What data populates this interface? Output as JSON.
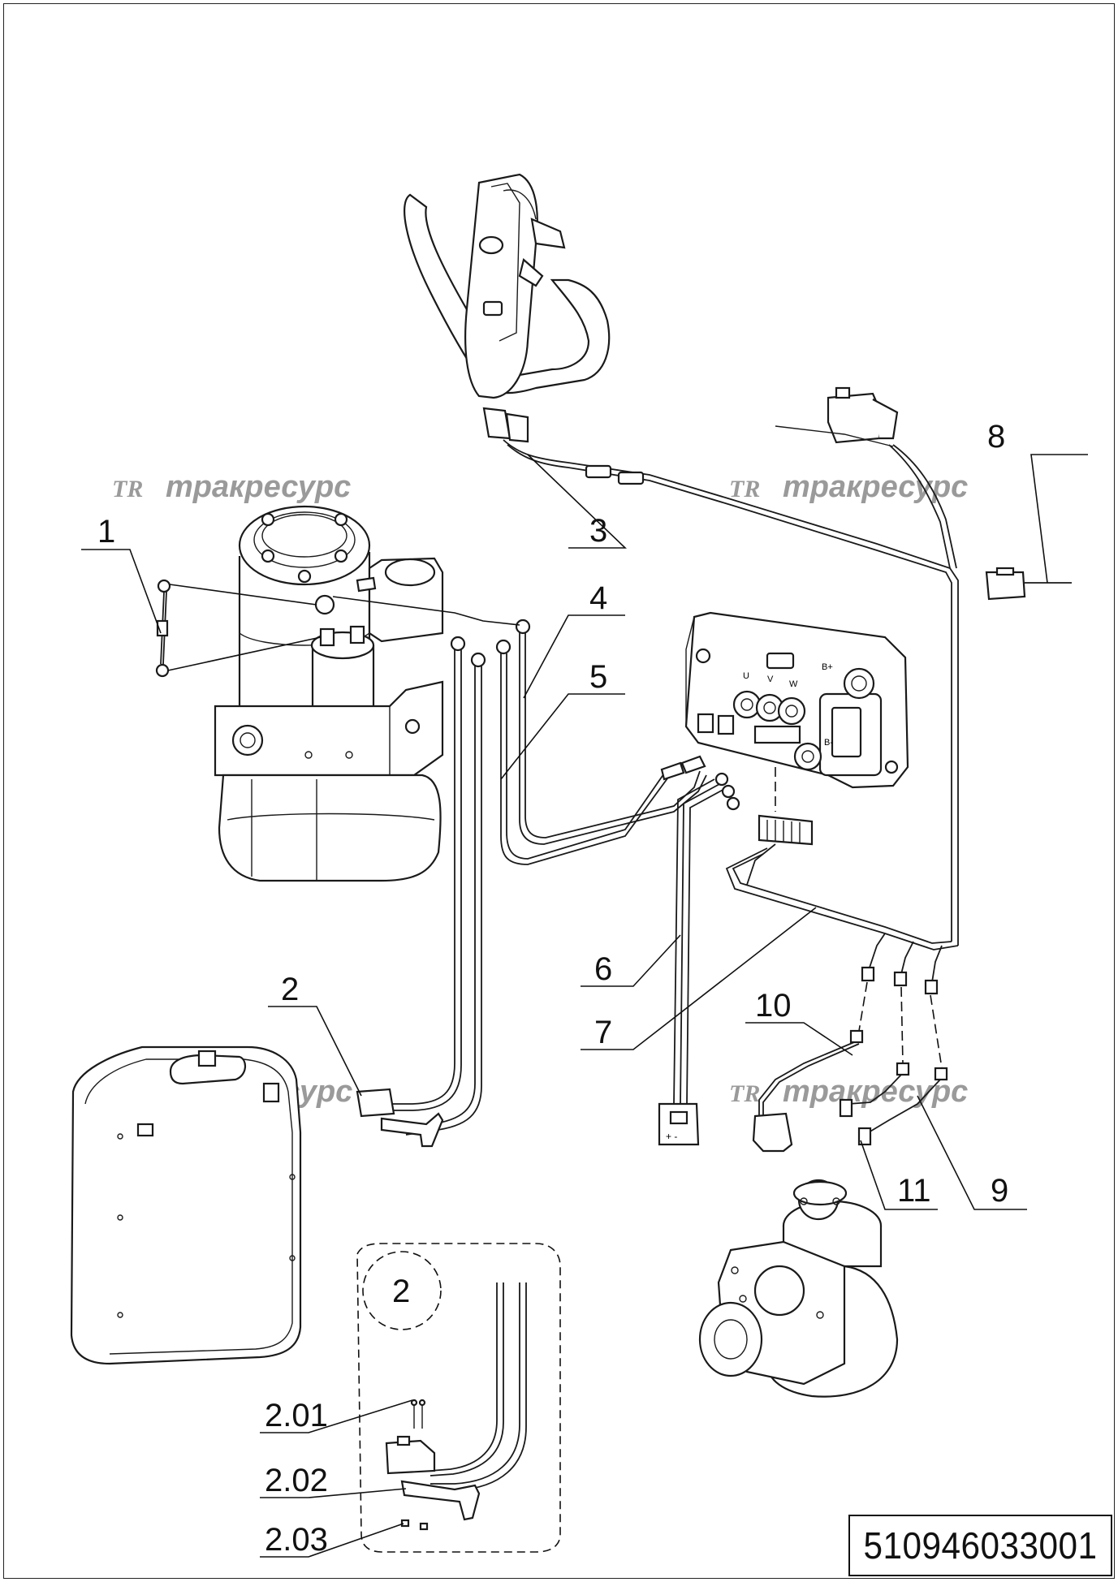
{
  "watermark": {
    "logo": "TR",
    "text": "тракресурс"
  },
  "callouts": {
    "c1": "1",
    "c2": "2",
    "c3": "3",
    "c4": "4",
    "c5": "5",
    "c6": "6",
    "c7": "7",
    "c8": "8",
    "c9": "9",
    "c10": "10",
    "c11": "11",
    "detail": "2",
    "c201": "2.01",
    "c202": "2.02",
    "c203": "2.03"
  },
  "controller_terminals": {
    "u": "U",
    "v": "V",
    "w": "W",
    "bplus": "B+",
    "bminus": "B-"
  },
  "connector_polarity": "+  -",
  "document_number": "510946033001"
}
